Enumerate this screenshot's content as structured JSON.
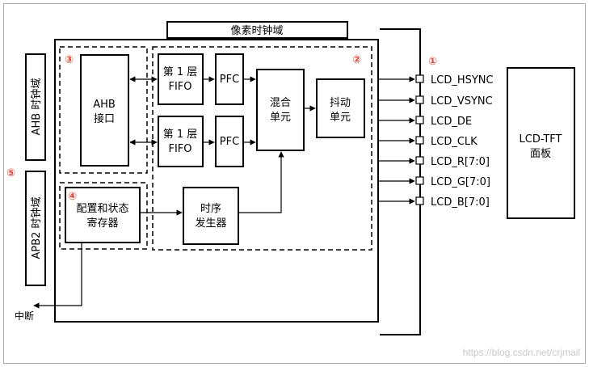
{
  "domain_labels": {
    "pixel_clock": "像素时钟域",
    "ahb_clock": "AHB 时钟域",
    "apb2_clock": "APB2 时钟域"
  },
  "blocks": {
    "ahb_interface_line1": "AHB",
    "ahb_interface_line2": "接口",
    "layer1_fifo_line1": "第 1 层",
    "layer1_fifo_line2": "FIFO",
    "layer2_fifo_line1": "第 1 层",
    "layer2_fifo_line2": "FIFO",
    "pfc_top": "PFC",
    "pfc_bottom": "PFC",
    "blend_line1": "混合",
    "blend_line2": "单元",
    "dither_line1": "抖动",
    "dither_line2": "单元",
    "config_line1": "配置和状态",
    "config_line2": "寄存器",
    "timing_line1": "时序",
    "timing_line2": "发生器",
    "panel_line1": "LCD-TFT",
    "panel_line2": "面板"
  },
  "signals": [
    "LCD_HSYNC",
    "LCD_VSYNC",
    "LCD_DE",
    "LCD_CLK",
    "LCD_R[7:0]",
    "LCD_G[7:0]",
    "LCD_B[7:0]"
  ],
  "interrupt_label": "中断",
  "markers": [
    "①",
    "②",
    "③",
    "④",
    "⑤"
  ],
  "watermark": "https://blog.csdn.net/crjmail",
  "colors": {
    "marker": "#e8402e",
    "line": "#000000",
    "frame": "#aaaaaa"
  }
}
